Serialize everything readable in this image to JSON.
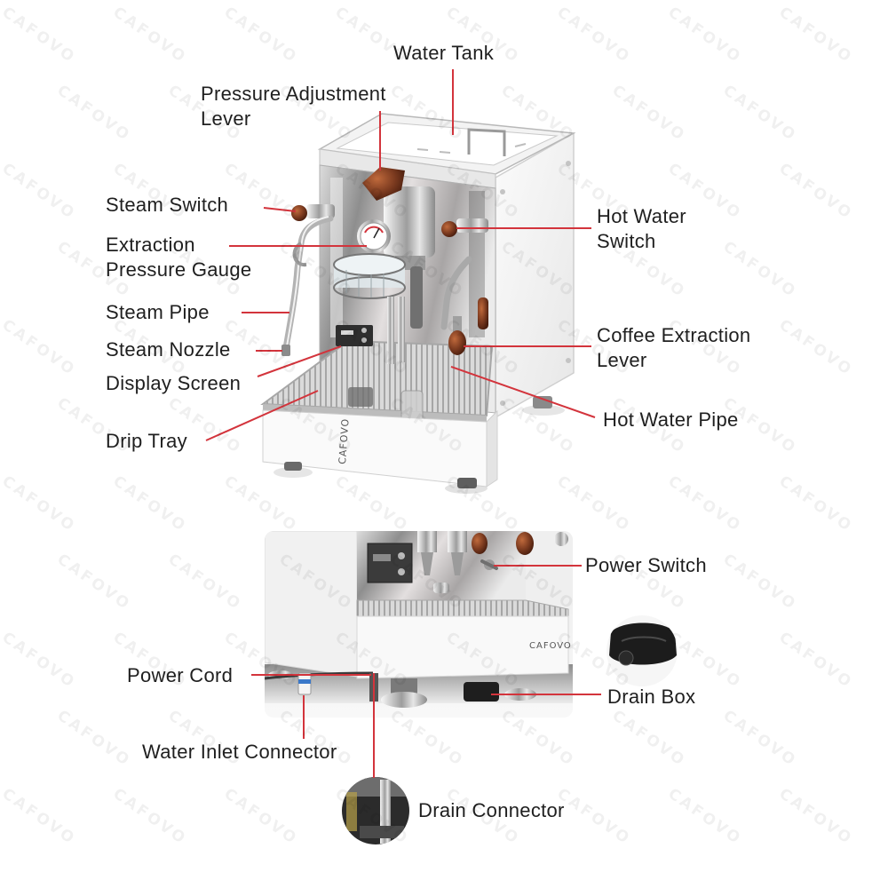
{
  "watermark": "CAFOVO",
  "brand_mark": "CAFOVO",
  "colors": {
    "leader_line": "#d3343c",
    "label_text": "#1f1f1f",
    "wood_knob": "#7b3a1f",
    "stainless": "#c9c9c9",
    "body_white": "#f5f5f5"
  },
  "machine_front_view": {
    "callouts": {
      "water_tank": "Water Tank",
      "pressure_adjustment_lever": "Pressure Adjustment\nLever",
      "steam_switch": "Steam Switch",
      "extraction_pressure_gauge": "Extraction\nPressure Gauge",
      "steam_pipe": "Steam Pipe",
      "steam_nozzle": "Steam Nozzle",
      "display_screen": "Display Screen",
      "drip_tray": "Drip Tray",
      "hot_water_switch": "Hot Water\nSwitch",
      "coffee_extraction_lever": "Coffee Extraction\nLever",
      "hot_water_pipe": "Hot Water Pipe"
    }
  },
  "machine_underside_view": {
    "callouts": {
      "power_switch": "Power Switch",
      "power_cord": "Power Cord",
      "drain_box": "Drain Box",
      "water_inlet_connector": "Water Inlet Connector",
      "drain_connector": "Drain Connector"
    }
  }
}
